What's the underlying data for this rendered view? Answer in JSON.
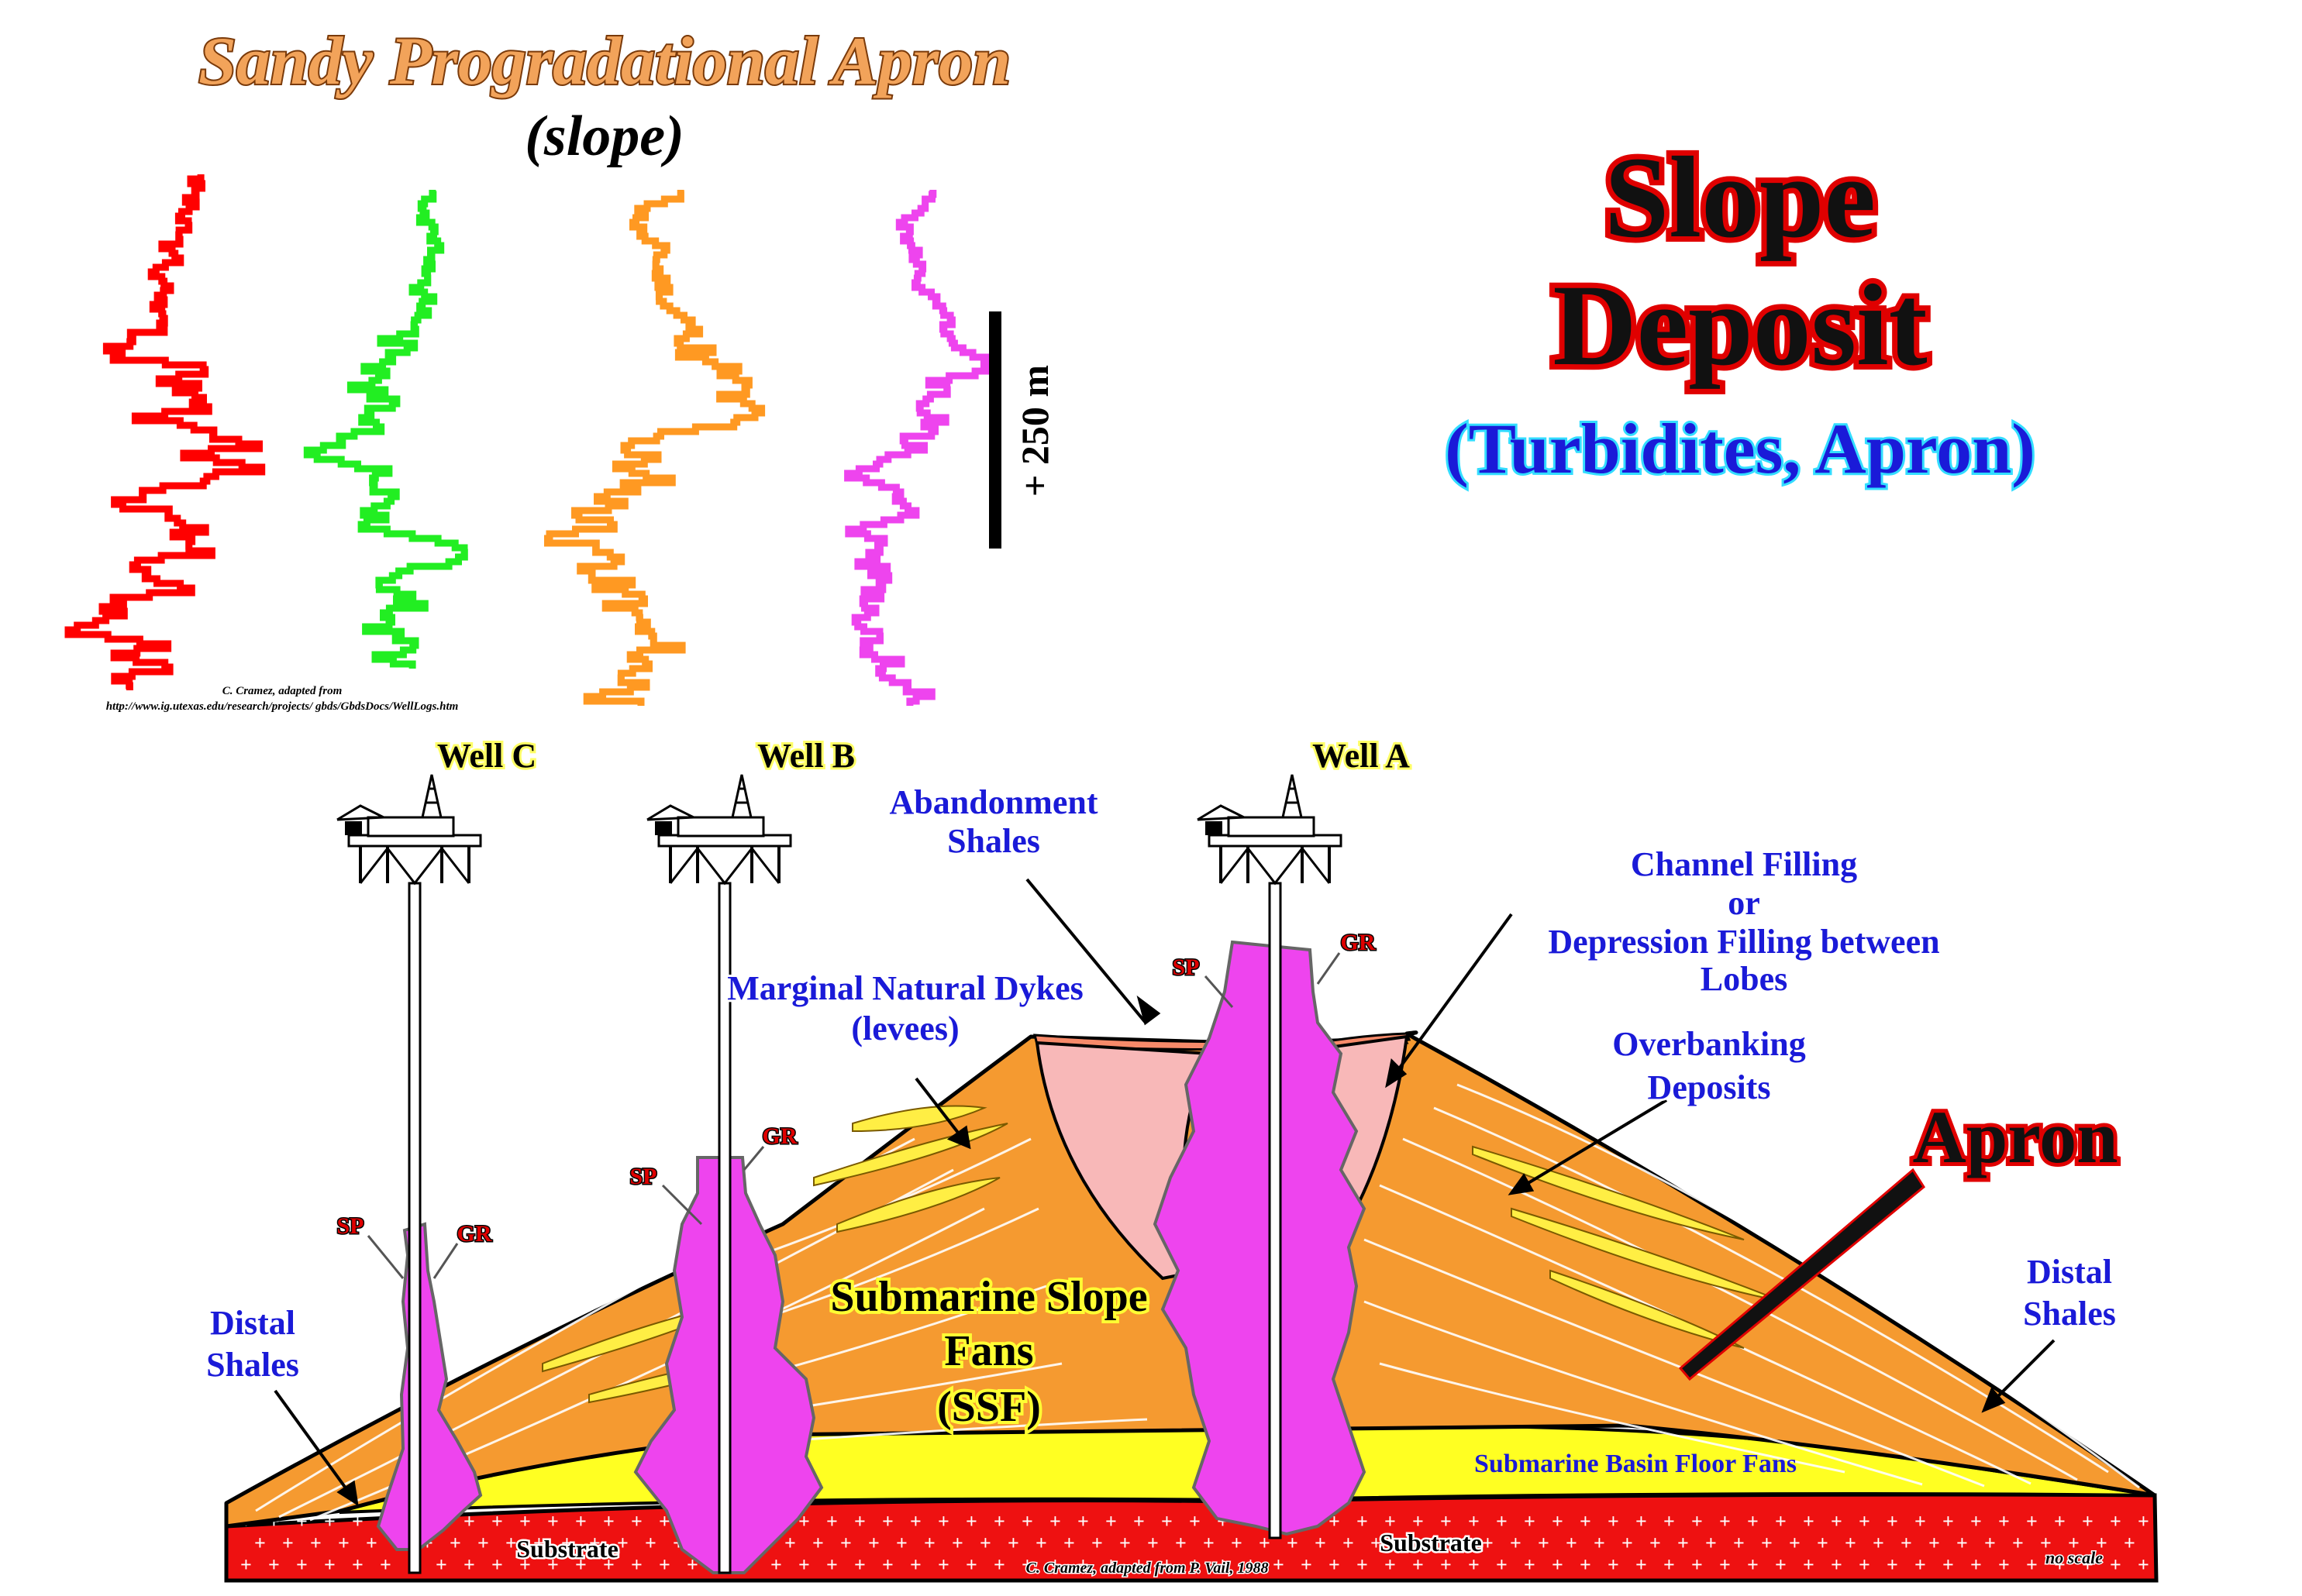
{
  "header": {
    "title": "Sandy Progradational Apron",
    "subtitle": "(slope)",
    "scale_label": "+ 250 m",
    "credit_top_1": "C. Cramez, adapted from",
    "credit_top_2": "http://www.ig.utexas.edu/research/projects/  gbds/GbdsDocs/WellLogs.htm"
  },
  "big_title": {
    "line1": "Slope",
    "line2": "Deposit",
    "line3": "(Turbidites, Apron)"
  },
  "log_colors": [
    "#ff0000",
    "#22ee22",
    "#ff9922",
    "#ee44ee"
  ],
  "wells": [
    {
      "name": "Well C",
      "sp": "SP",
      "gr": "GR"
    },
    {
      "name": "Well B",
      "sp": "SP",
      "gr": "GR"
    },
    {
      "name": "Well A",
      "sp": "SP",
      "gr": "GR"
    }
  ],
  "labels": {
    "abandonment_1": "Abandonment",
    "abandonment_2": "Shales",
    "channel_1": "Channel Filling",
    "channel_2": "or",
    "channel_3": "Depression Filling between",
    "channel_4": "Lobes",
    "levees_1": "Marginal Natural Dykes",
    "levees_2": "(levees)",
    "overbank_1": "Overbanking",
    "overbank_2": "Deposits",
    "apron": "Apron",
    "distal_left_1": "Distal",
    "distal_left_2": "Shales",
    "distal_right_1": "Distal",
    "distal_right_2": "Shales",
    "ssf_1": "Submarine Slope",
    "ssf_2": "Fans",
    "ssf_3": "(SSF)",
    "bff": "Submarine Basin Floor Fans",
    "substrate_left": "Substrate",
    "substrate_right": "Substrate",
    "credit_bottom": "C. Cramez, adapted from P. Vail, 1988",
    "no_scale": "no scale"
  },
  "colors": {
    "title_fill": "#f2a35a",
    "title_stroke": "#7a3a0a",
    "big_red": "#e00000",
    "blue": "#1a1ad8",
    "apron_orange": "#f59a30",
    "basin_yellow": "#ffff22",
    "substrate_red": "#ee1111",
    "log_magenta": "#ee44ee",
    "channel_pink": "#f8b8b8"
  }
}
